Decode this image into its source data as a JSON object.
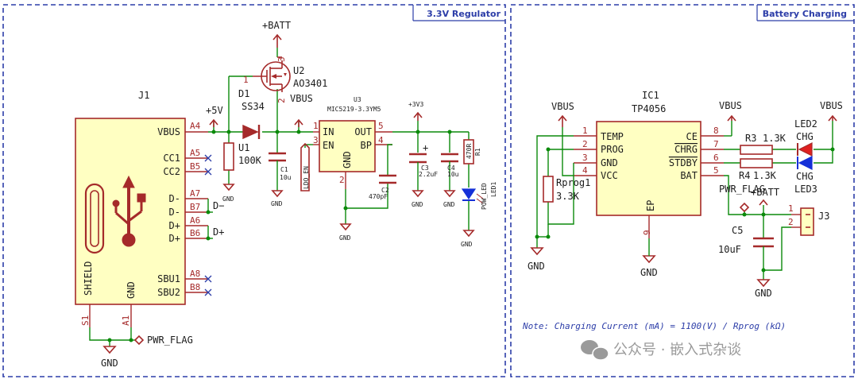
{
  "sections": {
    "regulator_title": "3.3V Regulator",
    "charging_title": "Battery Charging"
  },
  "j1": {
    "ref": "J1",
    "pins_right": [
      {
        "name": "VBUS",
        "num": "A4"
      },
      {
        "name": "CC1",
        "num": "A5"
      },
      {
        "name": "CC2",
        "num": "B5"
      },
      {
        "name": "D-",
        "num": "A7"
      },
      {
        "name": "D-",
        "num": "B7"
      },
      {
        "name": "D+",
        "num": "A6"
      },
      {
        "name": "D+",
        "num": "B6"
      },
      {
        "name": "SBU1",
        "num": "A8"
      },
      {
        "name": "SBU2",
        "num": "B8"
      }
    ],
    "shield": "SHIELD",
    "gnd": "GND",
    "s1": "S1",
    "a1": "A1",
    "net_dminus": "D−",
    "net_dplus": "D+"
  },
  "u1": {
    "ref": "U1",
    "value": "100K"
  },
  "d1": {
    "ref": "D1",
    "value": "SS34"
  },
  "u2": {
    "ref": "U2",
    "value": "AO3401",
    "pin1": "1",
    "pin2": "2",
    "pin3": "3"
  },
  "c1": {
    "ref": "C1",
    "value": "10u"
  },
  "u3": {
    "ref": "U3",
    "value": "MIC5219-3.3YM5",
    "in": "IN",
    "en": "EN",
    "gnd": "GND",
    "out": "OUT",
    "bp": "BP",
    "p1": "1",
    "p3": "3",
    "p2": "2",
    "p5": "5",
    "p4": "4"
  },
  "c2": {
    "ref": "C2",
    "value": "470pF"
  },
  "c3": {
    "ref": "C3",
    "value": "2.2uF"
  },
  "c4": {
    "ref": "C4",
    "value": "10u"
  },
  "r1": {
    "ref": "R1",
    "value": "470R"
  },
  "led1": {
    "ref": "LED1",
    "value": "POW_LED"
  },
  "power": {
    "batt": "+BATT",
    "v5": "+5V",
    "vbus": "VBUS",
    "v33": "+3V3",
    "gnd": "GND",
    "pwr_flag": "PWR_FLAG",
    "ldo_en": "LDO_EN"
  },
  "ic1": {
    "ref": "IC1",
    "value": "TP4056",
    "left_pins": [
      {
        "name": "TEMP",
        "num": "1"
      },
      {
        "name": "PROG",
        "num": "2"
      },
      {
        "name": "GND",
        "num": "3"
      },
      {
        "name": "VCC",
        "num": "4"
      }
    ],
    "right_pins": [
      {
        "name": "CE",
        "num": "8"
      },
      {
        "name": "CHRG",
        "num": "7"
      },
      {
        "name": "STDBY",
        "num": "6"
      },
      {
        "name": "BAT",
        "num": "5"
      }
    ],
    "ep": "EP",
    "ep_num": "9"
  },
  "rprog": {
    "ref": "Rprog1",
    "value": "3.3K"
  },
  "r3": {
    "ref": "R3",
    "value": "1.3K"
  },
  "r4": {
    "ref": "R4",
    "value": "1.3K"
  },
  "led2": {
    "ref": "LED2",
    "value": "CHG"
  },
  "led3": {
    "ref": "LED3",
    "value": "CHG"
  },
  "c5": {
    "ref": "C5",
    "value": "10uF"
  },
  "j3": {
    "ref": "J3",
    "p1": "1",
    "p2": "2"
  },
  "note": "Note: Charging Current (mA) = 1100(V) / Rprog (kΩ)",
  "watermark": "公众号 · 嵌入式杂谈",
  "colors": {
    "frame": "#2c3da8",
    "component": "#a52a2a",
    "wire": "#0b8a0b",
    "body_fill": "#ffffc2"
  }
}
